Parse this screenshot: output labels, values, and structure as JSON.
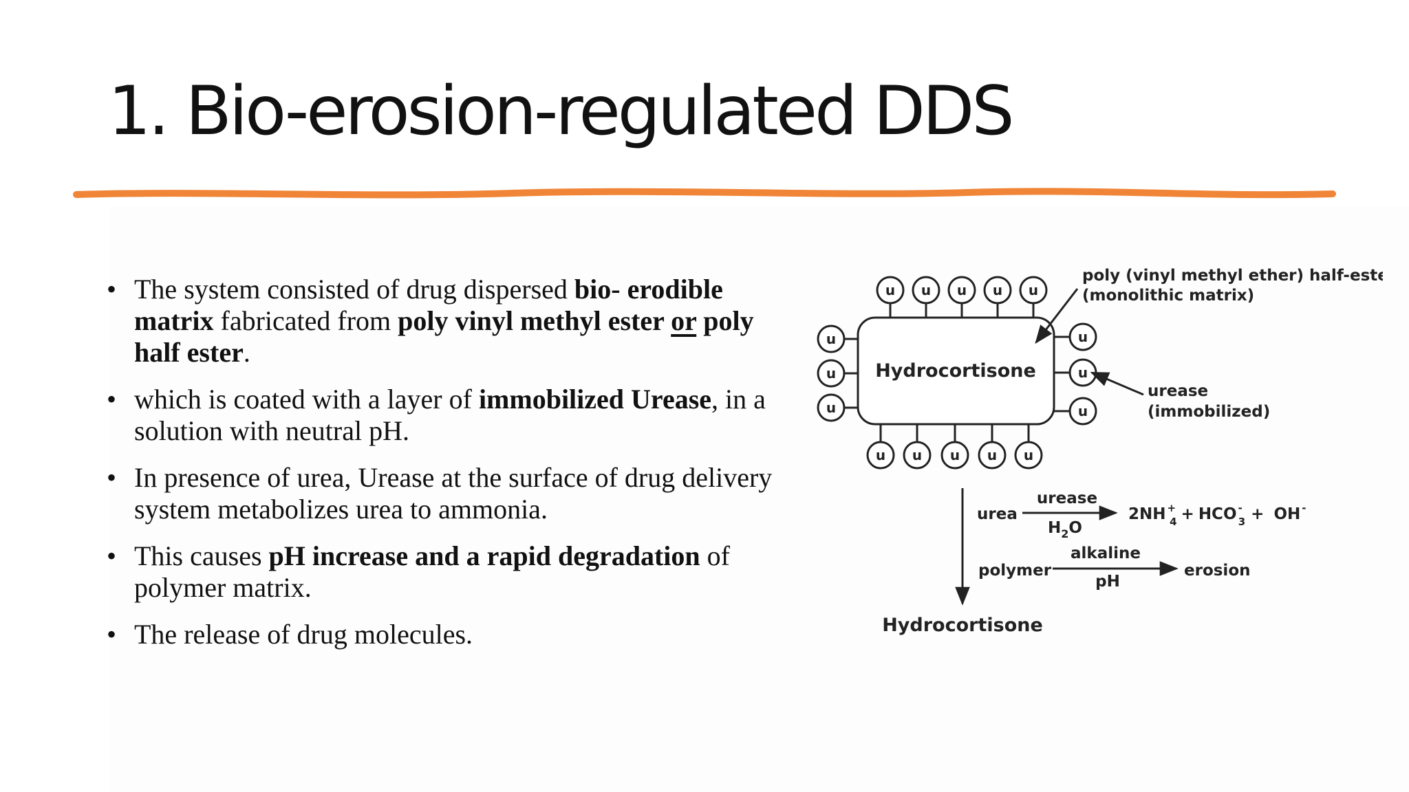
{
  "slide": {
    "title": "1. Bio-erosion-regulated DDS",
    "accent_color": "#f08538"
  },
  "bullets": [
    {
      "parts": [
        {
          "text": "The system consisted of drug dispersed "
        },
        {
          "text": "bio- erodible matrix",
          "bold": true
        },
        {
          "text": " fabricated from "
        },
        {
          "text": "poly vinyl methyl ester ",
          "bold": true
        },
        {
          "text": "or",
          "bold": true,
          "underline": true
        },
        {
          "text": " poly half ester",
          "bold": true
        },
        {
          "text": "."
        }
      ]
    },
    {
      "parts": [
        {
          "text": "which is coated with a layer of "
        },
        {
          "text": "immobilized Urease",
          "bold": true
        },
        {
          "text": ", in a solution with neutral pH."
        }
      ]
    },
    {
      "parts": [
        {
          "text": " In presence of urea, Urease at the surface of drug delivery system metabolizes urea to ammonia."
        }
      ]
    },
    {
      "parts": [
        {
          "text": "This causes "
        },
        {
          "text": "pH increase and a rapid degradation",
          "bold": true
        },
        {
          "text": " of polymer matrix."
        }
      ]
    },
    {
      "parts": [
        {
          "text": "The release of drug molecules."
        }
      ]
    }
  ],
  "diagram": {
    "unit_label": "u",
    "core_label": "Hydrocortisone",
    "matrix_label_line1": "poly (vinyl methyl ether) half-ester",
    "matrix_label_line2": "(monolithic matrix)",
    "enzyme_label_line1": "urease",
    "enzyme_label_line2": "(immobilized)",
    "reaction1": {
      "reactant": "urea",
      "catalyst": "urease",
      "condition_main": "H",
      "condition_sub": "2",
      "condition_end": "O",
      "product_1_main": "2NH",
      "product_1_sup": "+",
      "product_1_sub": "4",
      "plus_1": "+",
      "product_2_main": "HCO",
      "product_2_sup": "-",
      "product_2_sub": "3",
      "plus_2": "+",
      "product_3_main": "OH",
      "product_3_sup": "-"
    },
    "reaction2": {
      "reactant": "polymer",
      "condition_top": "alkaline",
      "condition_bottom": "pH",
      "product": "erosion"
    },
    "release_label": "Hydrocortisone"
  }
}
